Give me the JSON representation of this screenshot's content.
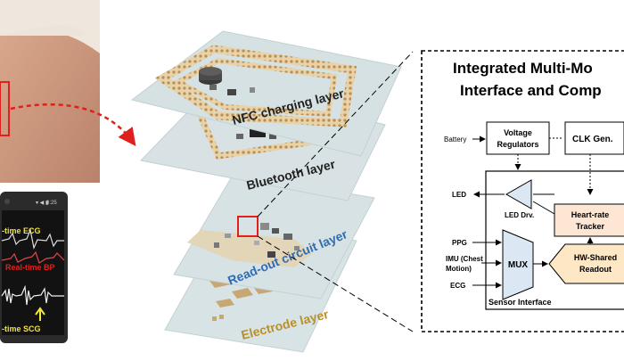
{
  "layers": {
    "nfc": "NFC charging layer",
    "bluetooth": "Bluetooth layer",
    "readout": "Read-out circuit layer",
    "electrode": "Electrode layer"
  },
  "phone": {
    "status_time": "3:25",
    "ecg_label": "-time ECG",
    "bp_label": "Real-time BP",
    "scg_label": "-time SCG"
  },
  "schematic": {
    "title_line1": "Integrated Multi-Mo",
    "title_line2": "Interface and Comp",
    "battery": "Battery",
    "voltage_reg_1": "Voltage",
    "voltage_reg_2": "Regulators",
    "clk_gen": "CLK Gen.",
    "led": "LED",
    "led_drv": "LED Drv.",
    "hr_tracker_1": "Heart-rate",
    "hr_tracker_2": "Tracker",
    "ppg": "PPG",
    "imu_1": "IMU (Chest",
    "imu_2": "Motion)",
    "ecg": "ECG",
    "mux": "MUX",
    "hw_readout_1": "HW-Shared",
    "hw_readout_2": "Readout",
    "sensor_interface": "Sensor Interface"
  },
  "colors": {
    "layer_fill": "#d6e2e4",
    "coil": "#c9a774",
    "arrow_red": "#e0201c",
    "readout_text": "#2e6db4",
    "electrode_text": "#b8902a",
    "hr_box": "#fde7d4",
    "hw_box": "#fde7c4"
  }
}
